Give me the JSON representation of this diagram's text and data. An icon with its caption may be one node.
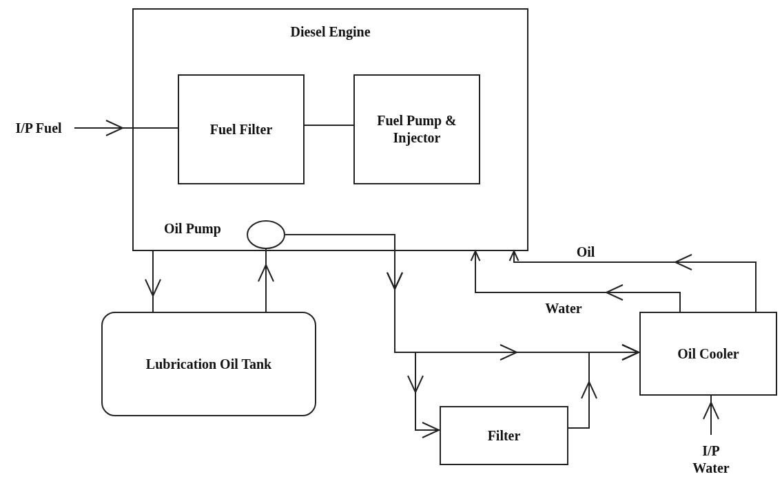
{
  "diagram": {
    "nodes": [
      {
        "text": [
          "Diesel Engine"
        ]
      },
      {
        "text": [
          "Fuel Filter"
        ],
        "in": 0
      },
      {
        "text": [
          "Fuel Pump & Injector"
        ],
        "in": 0
      },
      {
        "text": [
          "Oil Pump"
        ],
        "in": 0
      },
      {
        "text": [
          "Lubrication Oil Tank"
        ]
      },
      {
        "text": [
          "Filter"
        ]
      },
      {
        "text": [
          "Oil Cooler"
        ]
      },
      {
        "text": [
          "I/P Fuel"
        ]
      },
      {
        "text": [
          "I/P Water"
        ]
      }
    ],
    "edges": [
      {
        "from": 7,
        "to": 1,
        "arrow": "to"
      },
      {
        "from": 1,
        "to": 2,
        "arrow": "none"
      },
      {
        "from": 0,
        "to": 4,
        "arrow": "to"
      },
      {
        "from": 4,
        "to": 3,
        "arrow": "to"
      },
      {
        "from": 3,
        "to": 6,
        "arrow": "to"
      },
      {
        "from": 3,
        "to": 5,
        "arrow": "to"
      },
      {
        "from": 5,
        "to": 6,
        "arrow": "to"
      },
      {
        "from": 6,
        "to": 0,
        "arrow": "to",
        "label": "Oil"
      },
      {
        "from": 6,
        "to": 0,
        "arrow": "to",
        "label": "Water"
      },
      {
        "from": 8,
        "to": 6,
        "arrow": "to"
      }
    ]
  }
}
